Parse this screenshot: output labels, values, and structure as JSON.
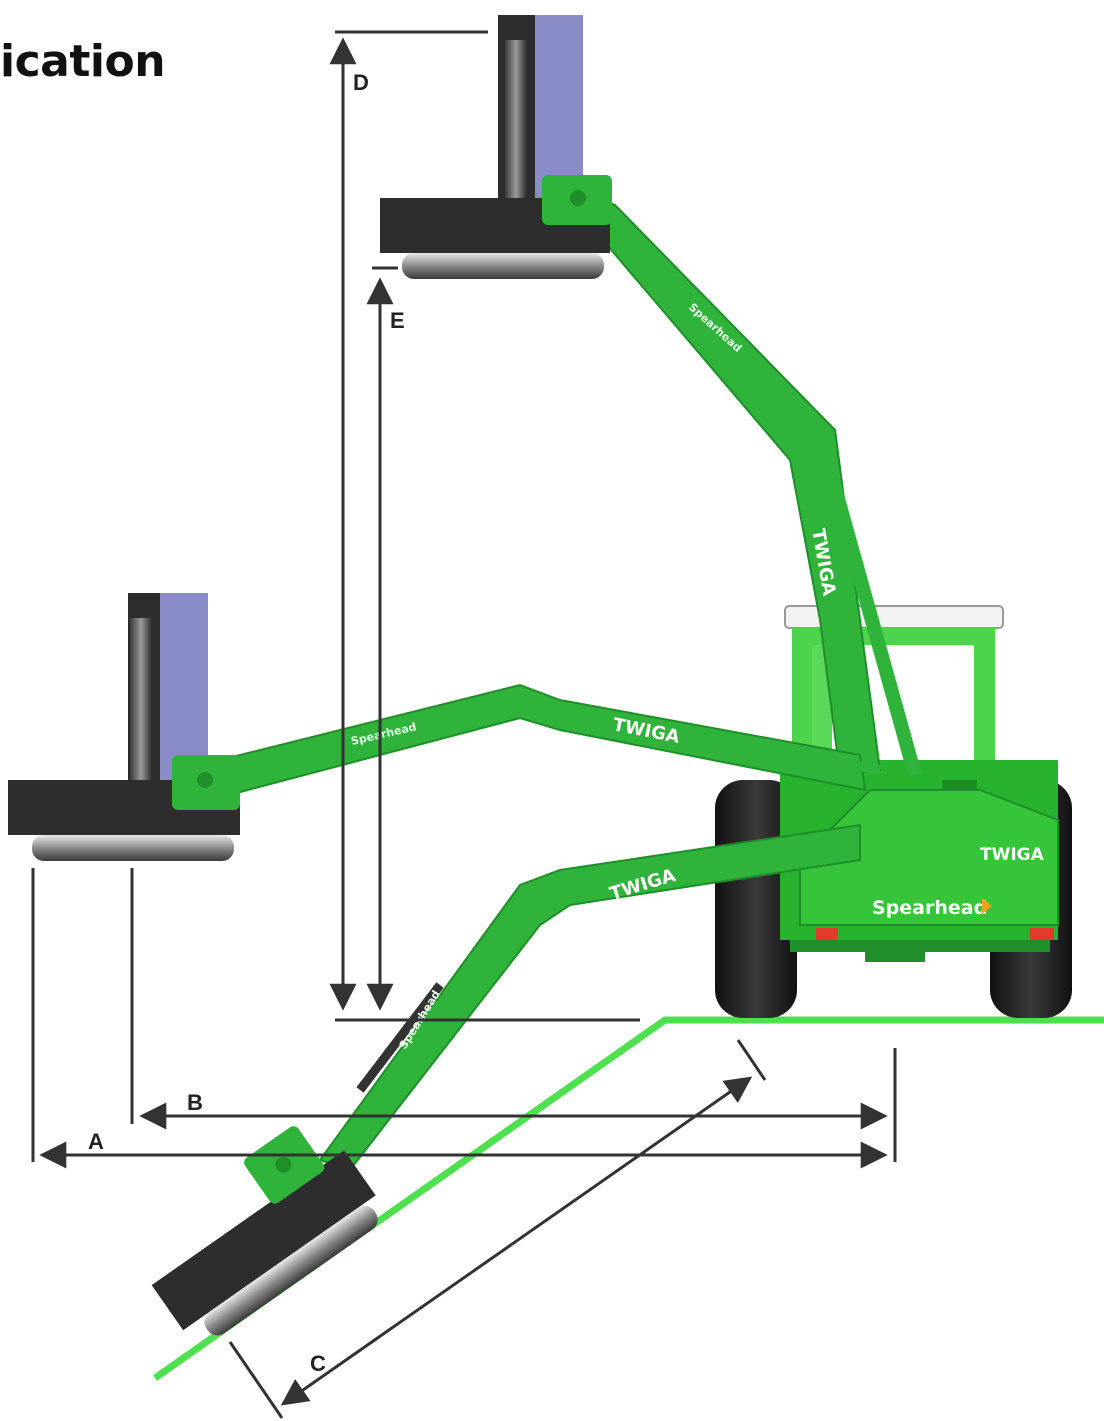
{
  "header": {
    "title_fragment": "ication"
  },
  "dimensions": {
    "a": "A",
    "b": "B",
    "c": "C",
    "d": "D",
    "e": "E"
  },
  "decals": {
    "brand": "Spearhead",
    "model": "TWIGA"
  },
  "colors": {
    "machine_green": "#2fb33a",
    "machine_dark_green": "#1f8f2a",
    "ground_line": "#4fe04f",
    "dimension_line": "#333333",
    "cutter_body": "#2d2d2d",
    "cutter_purple": "#8a8cc8",
    "brand_accent": "#f2a21a"
  }
}
